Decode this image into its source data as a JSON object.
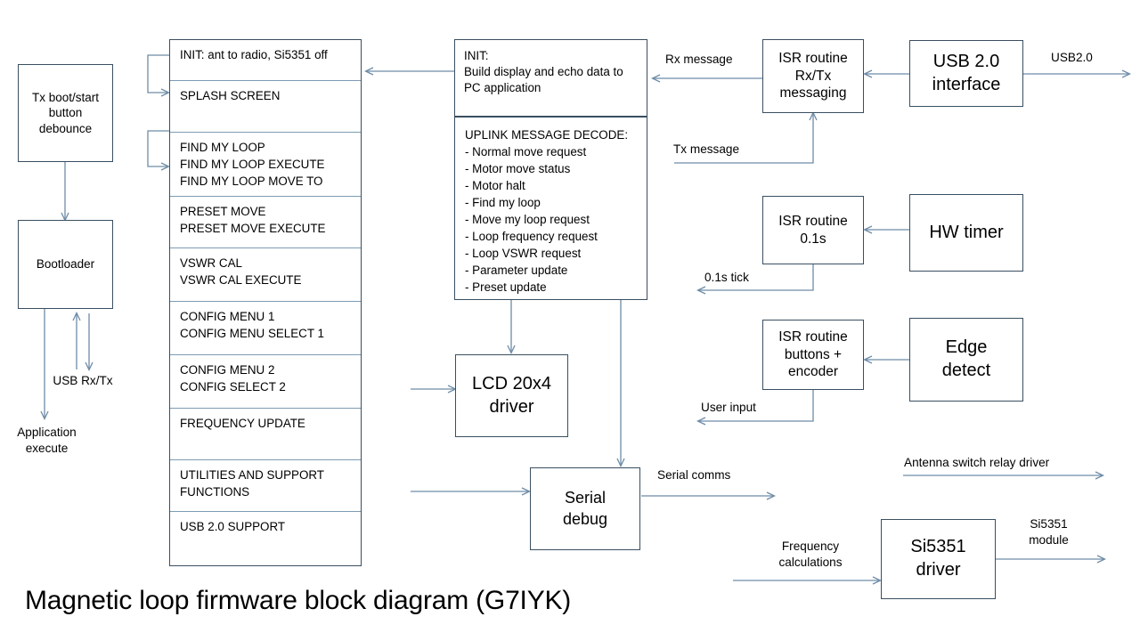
{
  "title": "Magnetic loop firmware block diagram (G7IYK)",
  "colors": {
    "box_border": "#3a4f60",
    "row_divider": "#7d9cb4",
    "connector": "#6e8ca8",
    "background": "#ffffff",
    "text": "#000000"
  },
  "left_column": {
    "boot_box": "Tx boot/start\nbutton\ndebounce",
    "bootloader_box": "Bootloader",
    "usb_label": "USB Rx/Tx",
    "application_label": "Application\nexecute"
  },
  "menu_stack": {
    "rows": [
      {
        "name": "init",
        "text": "INIT:  ant to radio, Si5351 off"
      },
      {
        "name": "splash",
        "text": "SPLASH SCREEN"
      },
      {
        "name": "find-my-loop",
        "text": "FIND MY LOOP\nFIND MY LOOP EXECUTE\nFIND MY LOOP MOVE TO"
      },
      {
        "name": "preset-move",
        "text": "PRESET MOVE\nPRESET MOVE EXECUTE"
      },
      {
        "name": "vswr-cal",
        "text": "VSWR CAL\nVSWR CAL EXECUTE"
      },
      {
        "name": "config-menu-1",
        "text": "CONFIG MENU 1\nCONFIG MENU SELECT 1"
      },
      {
        "name": "config-menu-2",
        "text": "CONFIG MENU 2\nCONFIG SELECT 2"
      },
      {
        "name": "frequency-update",
        "text": " FREQUENCY UPDATE"
      },
      {
        "name": "utilities",
        "text": "UTILITIES AND SUPPORT\nFUNCTIONS"
      },
      {
        "name": "usb-support",
        "text": "USB 2.0 SUPPORT"
      }
    ]
  },
  "center_column": {
    "init_box": "INIT:\nBuild display and echo data to\nPC application",
    "uplink_title": "UPLINK MESSAGE DECODE:",
    "uplink_items": [
      "-   Normal move request",
      "-   Motor move status",
      "-   Motor halt",
      "-   Find my loop",
      "-   Move my loop request",
      "-   Loop frequency request",
      "-   Loop VSWR request",
      "-   Parameter update",
      "-   Preset update"
    ],
    "lcd_box": "LCD 20x4\ndriver",
    "serial_debug_box": "Serial\ndebug"
  },
  "right_column": {
    "isr_rxtx_box": "ISR routine\nRx/Tx\nmessaging",
    "usb_interface_box": "USB 2.0\ninterface",
    "isr_timer_box": "ISR routine\n0.1s",
    "hw_timer_box": "HW timer",
    "isr_buttons_box": "ISR routine\nbuttons +\nencoder",
    "edge_detect_box": "Edge\ndetect",
    "si5351_box": "Si5351\ndriver"
  },
  "edge_labels": {
    "rx_message": "Rx message",
    "tx_message": "Tx message",
    "usb20": "USB2.0",
    "tick_01s": "0.1s tick",
    "user_input": "User input",
    "serial_comms": "Serial comms",
    "antenna_switch": "Antenna switch relay driver",
    "frequency_calculations": "Frequency\ncalculations",
    "si5351_module": "Si5351\nmodule"
  }
}
